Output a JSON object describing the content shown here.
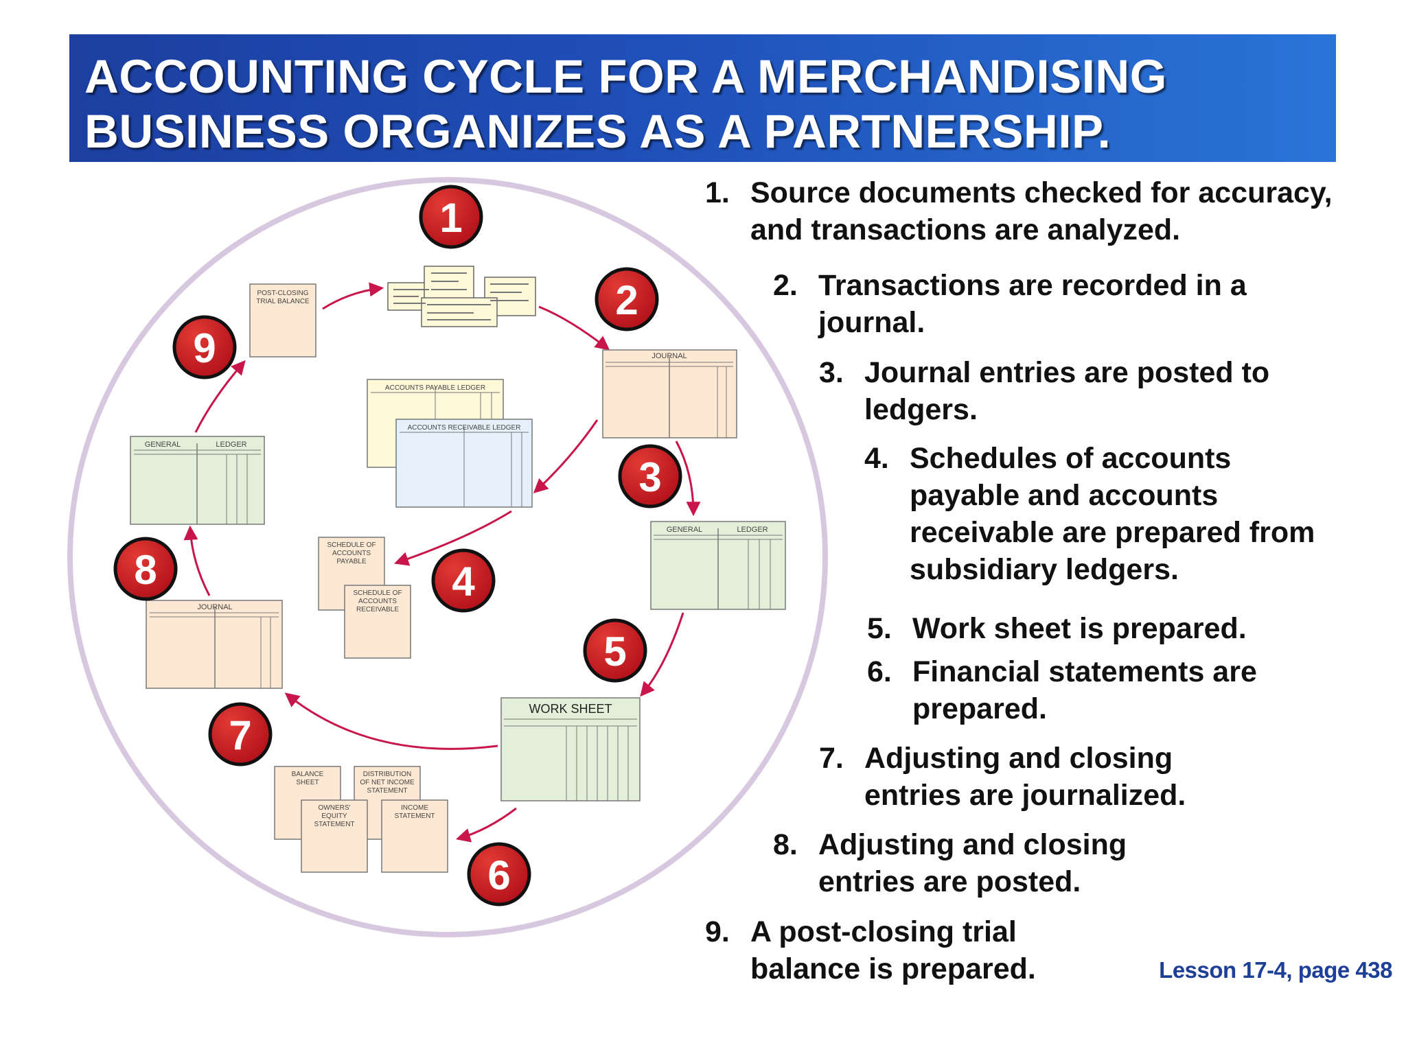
{
  "title": {
    "line1": "ACCOUNTING CYCLE FOR A MERCHANDISING",
    "line2": "BUSINESS ORGANIZES AS A PARTNERSHIP."
  },
  "badges": [
    "1",
    "2",
    "3",
    "4",
    "5",
    "6",
    "7",
    "8",
    "9"
  ],
  "documents": {
    "post_closing_line1": "POST-CLOSING",
    "post_closing_line2": "TRIAL BALANCE",
    "journal_top": "JOURNAL",
    "accounts_payable_ledger": "ACCOUNTS PAYABLE LEDGER",
    "accounts_receivable_ledger": "ACCOUNTS RECEIVABLE LEDGER",
    "general": "GENERAL",
    "ledger": "LEDGER",
    "schedule_ap": [
      "SCHEDULE OF",
      "ACCOUNTS",
      "PAYABLE"
    ],
    "schedule_ar": [
      "SCHEDULE OF",
      "ACCOUNTS",
      "RECEIVABLE"
    ],
    "journal_left": "JOURNAL",
    "work_sheet": "WORK SHEET",
    "balance_sheet": [
      "BALANCE",
      "SHEET"
    ],
    "distribution": [
      "DISTRIBUTION",
      "OF NET INCOME",
      "STATEMENT"
    ],
    "owners_equity": [
      "OWNERS'",
      "EQUITY",
      "STATEMENT"
    ],
    "income_statement": [
      "INCOME",
      "STATEMENT"
    ]
  },
  "steps": [
    {
      "num": "1.",
      "lines": [
        "Source documents checked for accuracy,",
        "and transactions are analyzed."
      ]
    },
    {
      "num": "2.",
      "lines": [
        "Transactions are recorded in a",
        "journal."
      ]
    },
    {
      "num": "3.",
      "lines": [
        "Journal entries are posted to",
        "ledgers."
      ]
    },
    {
      "num": "4.",
      "lines": [
        "Schedules of accounts",
        "payable and accounts",
        "receivable are prepared from",
        "subsidiary ledgers."
      ]
    },
    {
      "num": "5.",
      "lines": [
        "Work sheet is prepared."
      ]
    },
    {
      "num": "6.",
      "lines": [
        "Financial statements are",
        "prepared."
      ]
    },
    {
      "num": "7.",
      "lines": [
        "Adjusting and closing",
        "entries are journalized."
      ]
    },
    {
      "num": "8.",
      "lines": [
        "Adjusting and closing",
        "entries are posted."
      ]
    },
    {
      "num": "9.",
      "lines": [
        "A post-closing trial",
        "balance is prepared."
      ]
    }
  ],
  "lesson": "Lesson 17-4, page 438",
  "colors": {
    "banner": "#1f4fb8",
    "badge": "#cc1f26",
    "arrow": "#c8164b",
    "circle": "#d8c8df",
    "paper": "#fde9d3",
    "green": "#e3efd9",
    "blue": "#e6f0fb",
    "yellow": "#fdf8d8"
  }
}
